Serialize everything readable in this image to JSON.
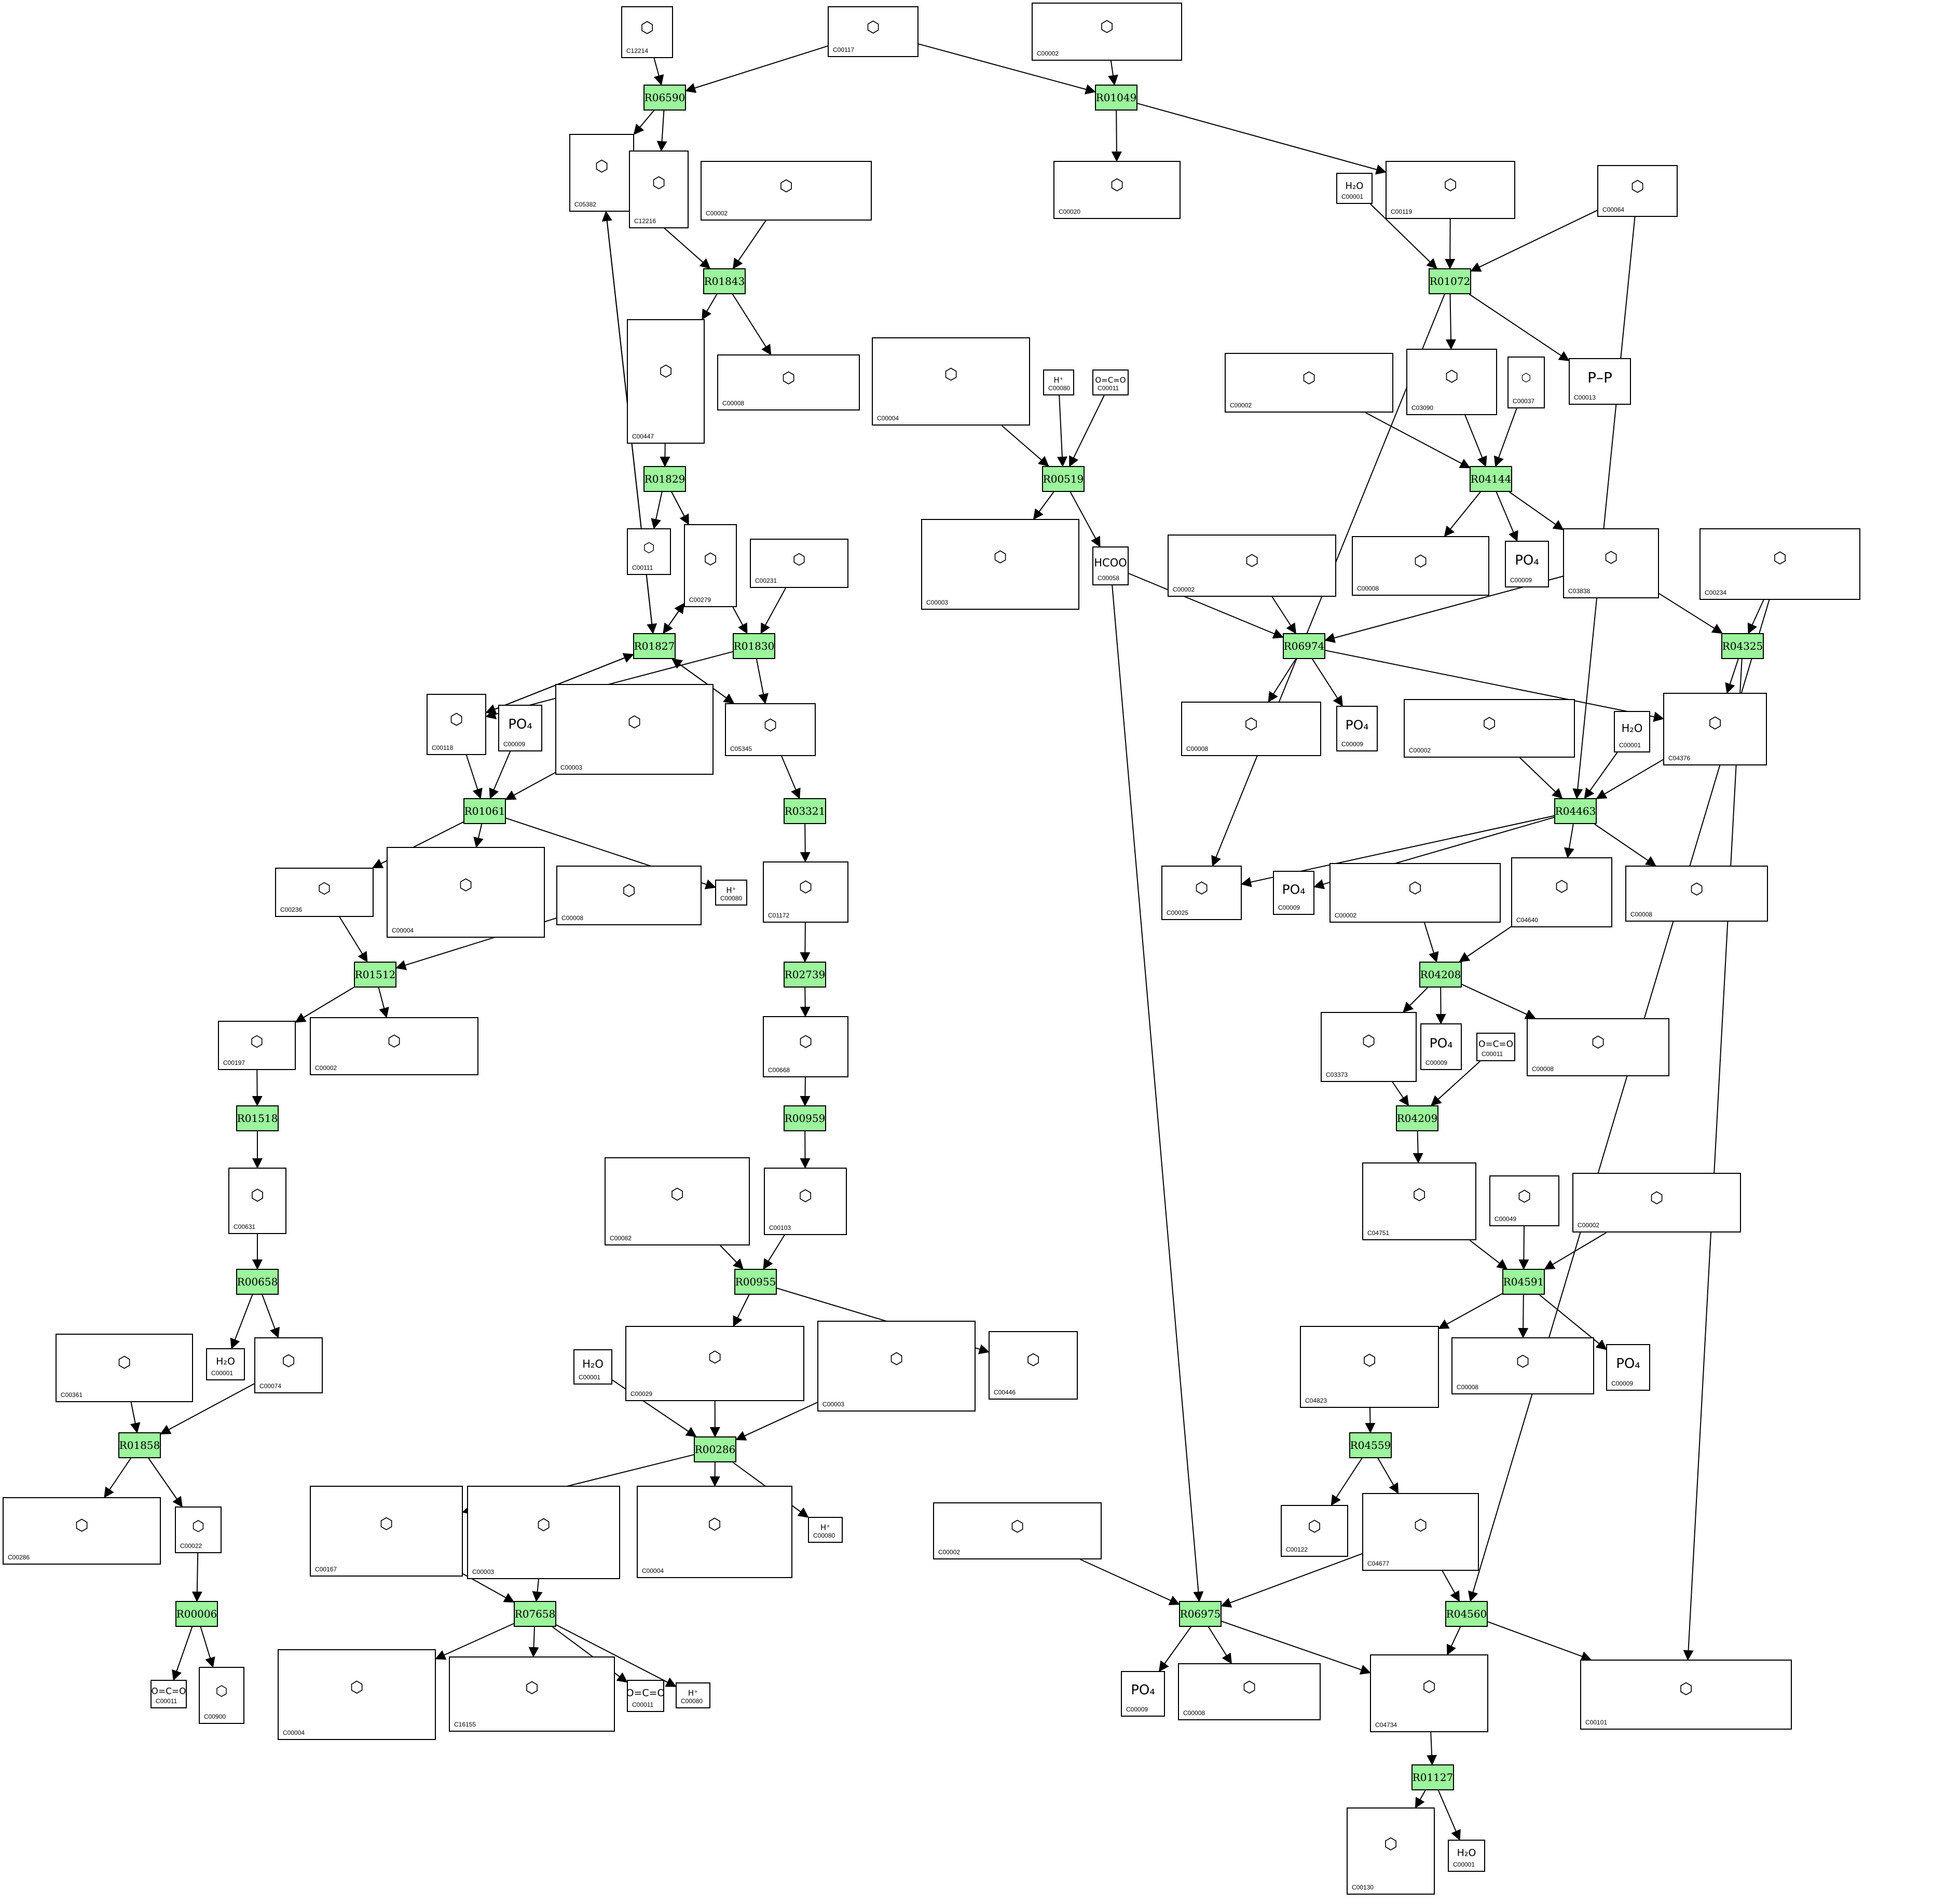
{
  "colors": {
    "reaction_fill": "#9cf59c",
    "compound_fill": "#ffffff",
    "edge": "#000000"
  },
  "compounds": [
    {
      "key": "c1",
      "id": "C12214",
      "icon": "structure-sugar-phosphate"
    },
    {
      "key": "c2",
      "id": "C00117",
      "icon": "structure-ribose-5-phosphate"
    },
    {
      "key": "c3",
      "id": "C00002",
      "icon": "structure-atp"
    },
    {
      "key": "c4",
      "id": "C05382",
      "icon": "structure-heptose-phosphate"
    },
    {
      "key": "c5",
      "id": "C12216",
      "icon": "structure-chain"
    },
    {
      "key": "c6",
      "id": "C00002",
      "icon": "structure-atp"
    },
    {
      "key": "c7",
      "id": "C00020",
      "icon": "structure-amp"
    },
    {
      "key": "c8",
      "id": "C00001",
      "icon": "structure-water"
    },
    {
      "key": "c9",
      "id": "C00119",
      "icon": "structure-prpp"
    },
    {
      "key": "c10",
      "id": "C00064",
      "icon": "structure-glutamine"
    },
    {
      "key": "c11",
      "id": "C00447",
      "icon": "structure-bisphosphate"
    },
    {
      "key": "c12",
      "id": "C00008",
      "icon": "structure-adp"
    },
    {
      "key": "c13",
      "id": "C00004",
      "icon": "structure-nadh"
    },
    {
      "key": "c14",
      "id": "C00080",
      "icon": "structure-proton"
    },
    {
      "key": "c15",
      "id": "C00011",
      "icon": "structure-co2"
    },
    {
      "key": "c16",
      "id": "C00002",
      "icon": "structure-atp"
    },
    {
      "key": "c17",
      "id": "C03090",
      "icon": "structure-aminoribose-phosphate"
    },
    {
      "key": "c18",
      "id": "C00037",
      "icon": "structure-glycine"
    },
    {
      "key": "c19",
      "id": "C00013",
      "icon": "structure-pyrophosphate"
    },
    {
      "key": "c20",
      "id": "C00111",
      "icon": "structure-dhap"
    },
    {
      "key": "c21",
      "id": "C00279",
      "icon": "structure-erythrose-phosphate"
    },
    {
      "key": "c22",
      "id": "C00231",
      "icon": "structure-xylulose-phosphate"
    },
    {
      "key": "c23",
      "id": "C00003",
      "icon": "structure-nad"
    },
    {
      "key": "c24",
      "id": "C00058",
      "icon": "structure-formate"
    },
    {
      "key": "c25",
      "id": "C00002",
      "icon": "structure-atp"
    },
    {
      "key": "c26",
      "id": "C00008",
      "icon": "structure-adp"
    },
    {
      "key": "c27",
      "id": "C00009",
      "icon": "structure-phosphate"
    },
    {
      "key": "c28",
      "id": "C03838",
      "icon": "structure-gar"
    },
    {
      "key": "c29",
      "id": "C00234",
      "icon": "structure-formyl-thf"
    },
    {
      "key": "c30",
      "id": "C00118",
      "icon": "structure-glyceraldehyde-phosphate"
    },
    {
      "key": "c31",
      "id": "C00009",
      "icon": "structure-phosphate"
    },
    {
      "key": "c32",
      "id": "C00003",
      "icon": "structure-nad"
    },
    {
      "key": "c33",
      "id": "C05345",
      "icon": "structure-fructose-phosphate"
    },
    {
      "key": "c34",
      "id": "C00008",
      "icon": "structure-adp"
    },
    {
      "key": "c35",
      "id": "C00009",
      "icon": "structure-phosphate"
    },
    {
      "key": "c36",
      "id": "C00002",
      "icon": "structure-atp"
    },
    {
      "key": "c37",
      "id": "C00001",
      "icon": "structure-water"
    },
    {
      "key": "c38",
      "id": "C04376",
      "icon": "structure-fgar"
    },
    {
      "key": "c39",
      "id": "C00236",
      "icon": "structure-bisphosphoglycerate"
    },
    {
      "key": "c40",
      "id": "C00004",
      "icon": "structure-nadh"
    },
    {
      "key": "c41",
      "id": "C00008",
      "icon": "structure-adp"
    },
    {
      "key": "c42",
      "id": "C00080",
      "icon": "structure-proton"
    },
    {
      "key": "c43",
      "id": "C01172",
      "icon": "structure-glucose-phosphate"
    },
    {
      "key": "c44",
      "id": "C00025",
      "icon": "structure-glutamate"
    },
    {
      "key": "c45",
      "id": "C00009",
      "icon": "structure-phosphate"
    },
    {
      "key": "c46",
      "id": "C00002",
      "icon": "structure-atp"
    },
    {
      "key": "c47",
      "id": "C04640",
      "icon": "structure-fgam"
    },
    {
      "key": "c48",
      "id": "C00008",
      "icon": "structure-adp"
    },
    {
      "key": "c49",
      "id": "C00197",
      "icon": "structure-phosphoglycerate"
    },
    {
      "key": "c50",
      "id": "C00002",
      "icon": "structure-atp"
    },
    {
      "key": "c51",
      "id": "C00668",
      "icon": "structure-glucose-phosphate"
    },
    {
      "key": "c52",
      "id": "C03373",
      "icon": "structure-air"
    },
    {
      "key": "c53",
      "id": "C00009",
      "icon": "structure-phosphate"
    },
    {
      "key": "c54",
      "id": "C00011",
      "icon": "structure-co2"
    },
    {
      "key": "c55",
      "id": "C00008",
      "icon": "structure-adp"
    },
    {
      "key": "c56",
      "id": "C00631",
      "icon": "structure-phosphoglycerate"
    },
    {
      "key": "c57",
      "id": "C00082",
      "icon": "structure-udp-glucose"
    },
    {
      "key": "c58",
      "id": "C00103",
      "icon": "structure-glucose-phosphate"
    },
    {
      "key": "c59",
      "id": "C04751",
      "icon": "structure-cair"
    },
    {
      "key": "c60",
      "id": "C00049",
      "icon": "structure-aspartate"
    },
    {
      "key": "c61",
      "id": "C00002",
      "icon": "structure-atp"
    },
    {
      "key": "c62",
      "id": "C00361",
      "icon": "structure-dgdp"
    },
    {
      "key": "c63",
      "id": "C00001",
      "icon": "structure-water"
    },
    {
      "key": "c64",
      "id": "C00074",
      "icon": "structure-pep"
    },
    {
      "key": "c65",
      "id": "C00001",
      "icon": "structure-water"
    },
    {
      "key": "c66",
      "id": "C00029",
      "icon": "structure-udp-glucose"
    },
    {
      "key": "c67",
      "id": "C00003",
      "icon": "structure-nad"
    },
    {
      "key": "c68",
      "id": "C00446",
      "icon": "structure-galactose-phosphate"
    },
    {
      "key": "c69",
      "id": "C04823",
      "icon": "structure-saicar"
    },
    {
      "key": "c70",
      "id": "C00008",
      "icon": "structure-adp"
    },
    {
      "key": "c71",
      "id": "C00009",
      "icon": "structure-phosphate"
    },
    {
      "key": "c72",
      "id": "C00286",
      "icon": "structure-dgtp"
    },
    {
      "key": "c73",
      "id": "C00022",
      "icon": "structure-pyruvate"
    },
    {
      "key": "c74",
      "id": "C00167",
      "icon": "structure-udp-glucuronate"
    },
    {
      "key": "c75",
      "id": "C00003",
      "icon": "structure-nad"
    },
    {
      "key": "c76",
      "id": "C00004",
      "icon": "structure-nadh"
    },
    {
      "key": "c77",
      "id": "C00080",
      "icon": "structure-proton"
    },
    {
      "key": "c78",
      "id": "C00002",
      "icon": "structure-atp"
    },
    {
      "key": "c79",
      "id": "C00122",
      "icon": "structure-fumarate"
    },
    {
      "key": "c80",
      "id": "C04677",
      "icon": "structure-aicar"
    },
    {
      "key": "c81",
      "id": "C00011",
      "icon": "structure-co2"
    },
    {
      "key": "c82",
      "id": "C00900",
      "icon": "structure-acetolactate"
    },
    {
      "key": "c83",
      "id": "C00004",
      "icon": "structure-nadh"
    },
    {
      "key": "c84",
      "id": "C16155",
      "icon": "structure-udp-sugar"
    },
    {
      "key": "c85",
      "id": "C00011",
      "icon": "structure-co2"
    },
    {
      "key": "c86",
      "id": "C00080",
      "icon": "structure-proton"
    },
    {
      "key": "c87",
      "id": "C00009",
      "icon": "structure-phosphate"
    },
    {
      "key": "c88",
      "id": "C00008",
      "icon": "structure-adp"
    },
    {
      "key": "c89",
      "id": "C04734",
      "icon": "structure-faicar"
    },
    {
      "key": "c90",
      "id": "C00101",
      "icon": "structure-thf"
    },
    {
      "key": "c91",
      "id": "C00130",
      "icon": "structure-imp"
    },
    {
      "key": "c92",
      "id": "C00001",
      "icon": "structure-water"
    }
  ],
  "reactions": [
    {
      "key": "r1",
      "id": "R06590"
    },
    {
      "key": "r2",
      "id": "R01049"
    },
    {
      "key": "r3",
      "id": "R01843"
    },
    {
      "key": "r4",
      "id": "R01072"
    },
    {
      "key": "r5",
      "id": "R01829"
    },
    {
      "key": "r6",
      "id": "R00519"
    },
    {
      "key": "r7",
      "id": "R04144"
    },
    {
      "key": "r8",
      "id": "R01827"
    },
    {
      "key": "r9",
      "id": "R01830"
    },
    {
      "key": "r10",
      "id": "R06974"
    },
    {
      "key": "r11",
      "id": "R04325"
    },
    {
      "key": "r12",
      "id": "R01061"
    },
    {
      "key": "r13",
      "id": "R03321"
    },
    {
      "key": "r14",
      "id": "R04463"
    },
    {
      "key": "r15",
      "id": "R01512"
    },
    {
      "key": "r16",
      "id": "R02739"
    },
    {
      "key": "r17",
      "id": "R04208"
    },
    {
      "key": "r18",
      "id": "R01518"
    },
    {
      "key": "r19",
      "id": "R00959"
    },
    {
      "key": "r20",
      "id": "R04209"
    },
    {
      "key": "r21",
      "id": "R00658"
    },
    {
      "key": "r22",
      "id": "R00955"
    },
    {
      "key": "r23",
      "id": "R04591"
    },
    {
      "key": "r24",
      "id": "R01858"
    },
    {
      "key": "r25",
      "id": "R00286"
    },
    {
      "key": "r26",
      "id": "R04559"
    },
    {
      "key": "r27",
      "id": "R00006"
    },
    {
      "key": "r28",
      "id": "R07658"
    },
    {
      "key": "r29",
      "id": "R06975"
    },
    {
      "key": "r30",
      "id": "R04560"
    },
    {
      "key": "r31",
      "id": "R01127"
    }
  ],
  "edges": [
    [
      "c1",
      "r1"
    ],
    [
      "c2",
      "r1"
    ],
    [
      "r1",
      "c4"
    ],
    [
      "r1",
      "c5"
    ],
    [
      "c2",
      "r2"
    ],
    [
      "c3",
      "r2"
    ],
    [
      "r2",
      "c7"
    ],
    [
      "r2",
      "c9"
    ],
    [
      "c4",
      "r3"
    ],
    [
      "c6",
      "r3"
    ],
    [
      "r3",
      "c11"
    ],
    [
      "r3",
      "c12"
    ],
    [
      "c8",
      "r4"
    ],
    [
      "c9",
      "r4"
    ],
    [
      "c10",
      "r4"
    ],
    [
      "r4",
      "c17"
    ],
    [
      "r4",
      "c19"
    ],
    [
      "r4",
      "c44"
    ],
    [
      "c11",
      "r5"
    ],
    [
      "r5",
      "c20"
    ],
    [
      "r5",
      "c21"
    ],
    [
      "c13",
      "r6"
    ],
    [
      "c14",
      "r6"
    ],
    [
      "c15",
      "r6"
    ],
    [
      "r6",
      "c23"
    ],
    [
      "r6",
      "c24"
    ],
    [
      "c16",
      "r7"
    ],
    [
      "c17",
      "r7"
    ],
    [
      "c18",
      "r7"
    ],
    [
      "r7",
      "c26"
    ],
    [
      "r7",
      "c27"
    ],
    [
      "r7",
      "c28"
    ],
    [
      "r8",
      "c4"
    ],
    [
      "c4",
      "r8"
    ],
    [
      "c21",
      "r8"
    ],
    [
      "r8",
      "c21"
    ],
    [
      "c30",
      "r8"
    ],
    [
      "r8",
      "c30"
    ],
    [
      "c33",
      "r8"
    ],
    [
      "r8",
      "c33"
    ],
    [
      "c21",
      "r9"
    ],
    [
      "c22",
      "r9"
    ],
    [
      "r9",
      "c30"
    ],
    [
      "r9",
      "c33"
    ],
    [
      "c24",
      "r10"
    ],
    [
      "c25",
      "r10"
    ],
    [
      "c28",
      "r10"
    ],
    [
      "r10",
      "c34"
    ],
    [
      "r10",
      "c35"
    ],
    [
      "r10",
      "c38"
    ],
    [
      "c29",
      "r11"
    ],
    [
      "c28",
      "r11"
    ],
    [
      "r11",
      "c38"
    ],
    [
      "r11",
      "c90"
    ],
    [
      "c30",
      "r12"
    ],
    [
      "c31",
      "r12"
    ],
    [
      "c32",
      "r12"
    ],
    [
      "r12",
      "c39"
    ],
    [
      "r12",
      "c40"
    ],
    [
      "r12",
      "c42"
    ],
    [
      "c33",
      "r13"
    ],
    [
      "r13",
      "c43"
    ],
    [
      "c36",
      "r14"
    ],
    [
      "c37",
      "r14"
    ],
    [
      "c38",
      "r14"
    ],
    [
      "c10",
      "r14"
    ],
    [
      "r14",
      "c44"
    ],
    [
      "r14",
      "c45"
    ],
    [
      "r14",
      "c47"
    ],
    [
      "r14",
      "c48"
    ],
    [
      "c39",
      "r15"
    ],
    [
      "c41",
      "r15"
    ],
    [
      "r15",
      "c49"
    ],
    [
      "r15",
      "c50"
    ],
    [
      "c43",
      "r16"
    ],
    [
      "r16",
      "c51"
    ],
    [
      "c46",
      "r17"
    ],
    [
      "c47",
      "r17"
    ],
    [
      "r17",
      "c52"
    ],
    [
      "r17",
      "c53"
    ],
    [
      "r17",
      "c55"
    ],
    [
      "c49",
      "r18"
    ],
    [
      "r18",
      "c56"
    ],
    [
      "c51",
      "r19"
    ],
    [
      "r19",
      "c58"
    ],
    [
      "c52",
      "r20"
    ],
    [
      "c54",
      "r20"
    ],
    [
      "r20",
      "c59"
    ],
    [
      "c56",
      "r21"
    ],
    [
      "r21",
      "c63"
    ],
    [
      "r21",
      "c64"
    ],
    [
      "c57",
      "r22"
    ],
    [
      "c58",
      "r22"
    ],
    [
      "r22",
      "c66"
    ],
    [
      "r22",
      "c68"
    ],
    [
      "c59",
      "r23"
    ],
    [
      "c60",
      "r23"
    ],
    [
      "c61",
      "r23"
    ],
    [
      "r23",
      "c69"
    ],
    [
      "r23",
      "c70"
    ],
    [
      "r23",
      "c71"
    ],
    [
      "c62",
      "r24"
    ],
    [
      "c64",
      "r24"
    ],
    [
      "r24",
      "c72"
    ],
    [
      "r24",
      "c73"
    ],
    [
      "c65",
      "r25"
    ],
    [
      "c66",
      "r25"
    ],
    [
      "c67",
      "r25"
    ],
    [
      "r25",
      "c74"
    ],
    [
      "r25",
      "c76"
    ],
    [
      "r25",
      "c77"
    ],
    [
      "c69",
      "r26"
    ],
    [
      "r26",
      "c79"
    ],
    [
      "r26",
      "c80"
    ],
    [
      "c73",
      "r27"
    ],
    [
      "r27",
      "c81"
    ],
    [
      "r27",
      "c82"
    ],
    [
      "c74",
      "r28"
    ],
    [
      "c75",
      "r28"
    ],
    [
      "r28",
      "c83"
    ],
    [
      "r28",
      "c84"
    ],
    [
      "r28",
      "c85"
    ],
    [
      "r28",
      "c86"
    ],
    [
      "c24",
      "r29"
    ],
    [
      "c78",
      "r29"
    ],
    [
      "c80",
      "r29"
    ],
    [
      "r29",
      "c87"
    ],
    [
      "r29",
      "c88"
    ],
    [
      "r29",
      "c89"
    ],
    [
      "c80",
      "r30"
    ],
    [
      "c29",
      "r30"
    ],
    [
      "r30",
      "c89"
    ],
    [
      "r30",
      "c90"
    ],
    [
      "c89",
      "r31"
    ],
    [
      "r31",
      "c91"
    ],
    [
      "r31",
      "c92"
    ]
  ]
}
